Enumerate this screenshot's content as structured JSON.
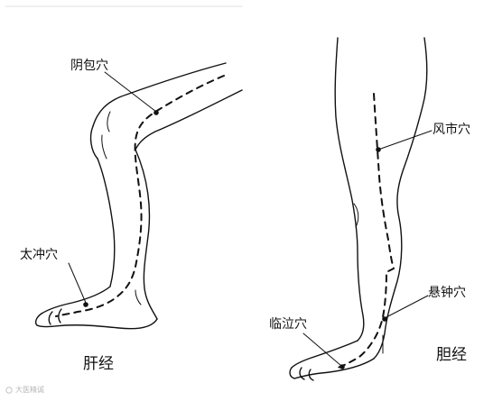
{
  "diagrams": [
    {
      "caption": "肝经",
      "points": [
        {
          "label": "阴包穴"
        },
        {
          "label": "太冲穴"
        }
      ]
    },
    {
      "caption": "胆经",
      "points": [
        {
          "label": "风市穴"
        },
        {
          "label": "悬钟穴"
        },
        {
          "label": "临泣穴"
        }
      ]
    }
  ],
  "watermark": "大医精诚",
  "colors": {
    "line": "#111111",
    "background": "#ffffff"
  }
}
